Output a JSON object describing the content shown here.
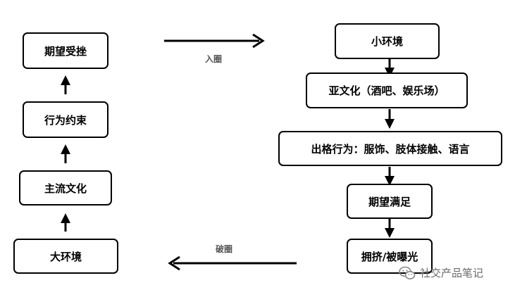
{
  "left_column": {
    "expectation_frustrated": "期望受挫",
    "behavior_constraint": "行为约束",
    "mainstream_culture": "主流文化",
    "macro_environment": "大环境"
  },
  "right_column": {
    "micro_environment": "小环境",
    "subculture": "亚文化（酒吧、娱乐场）",
    "deviant_behavior": "出格行为：服饰、肢体接触、语言",
    "expectation_fulfilled": "期望满足",
    "crowded_exposed": "拥挤/被曝光"
  },
  "arrows": {
    "enter_circle": "入圈",
    "break_circle": "破圈"
  },
  "watermark": {
    "text": "社交产品笔记",
    "icon": "wechat-icon"
  }
}
